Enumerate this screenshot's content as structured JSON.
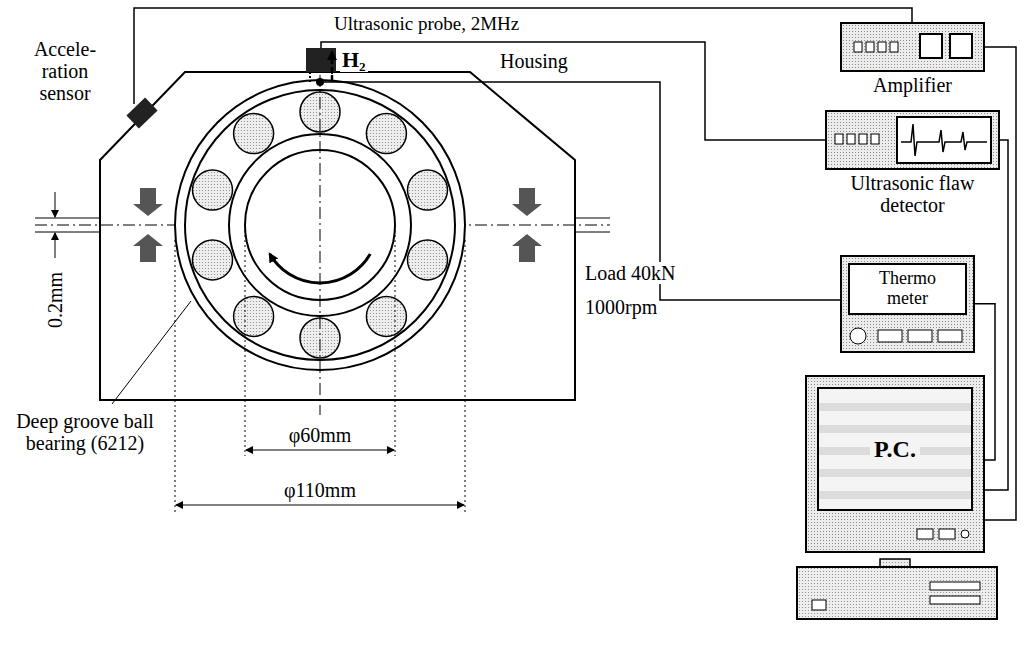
{
  "diagram": {
    "nodes": [
      {
        "text": [
          "Amplifier"
        ]
      },
      {
        "text": [
          "Ultrasonic flaw detector"
        ]
      },
      {
        "text": [
          "Thermo meter"
        ]
      },
      {
        "text": [
          "P.C."
        ]
      }
    ],
    "edges": [
      {
        "from": 0,
        "to": 3,
        "arrow": "none"
      },
      {
        "from": 1,
        "to": 3,
        "arrow": "none"
      },
      {
        "from": 2,
        "to": 3,
        "arrow": "none"
      }
    ],
    "labels": [
      "Ultrasonic probe, 2MHz",
      "Accele- ration sensor",
      "H₂",
      "Housing",
      "0.2mm",
      "Load 40kN",
      "1000rpm",
      "Deep groove ball bearing (6212)",
      "φ60mm",
      "φ110mm"
    ]
  }
}
